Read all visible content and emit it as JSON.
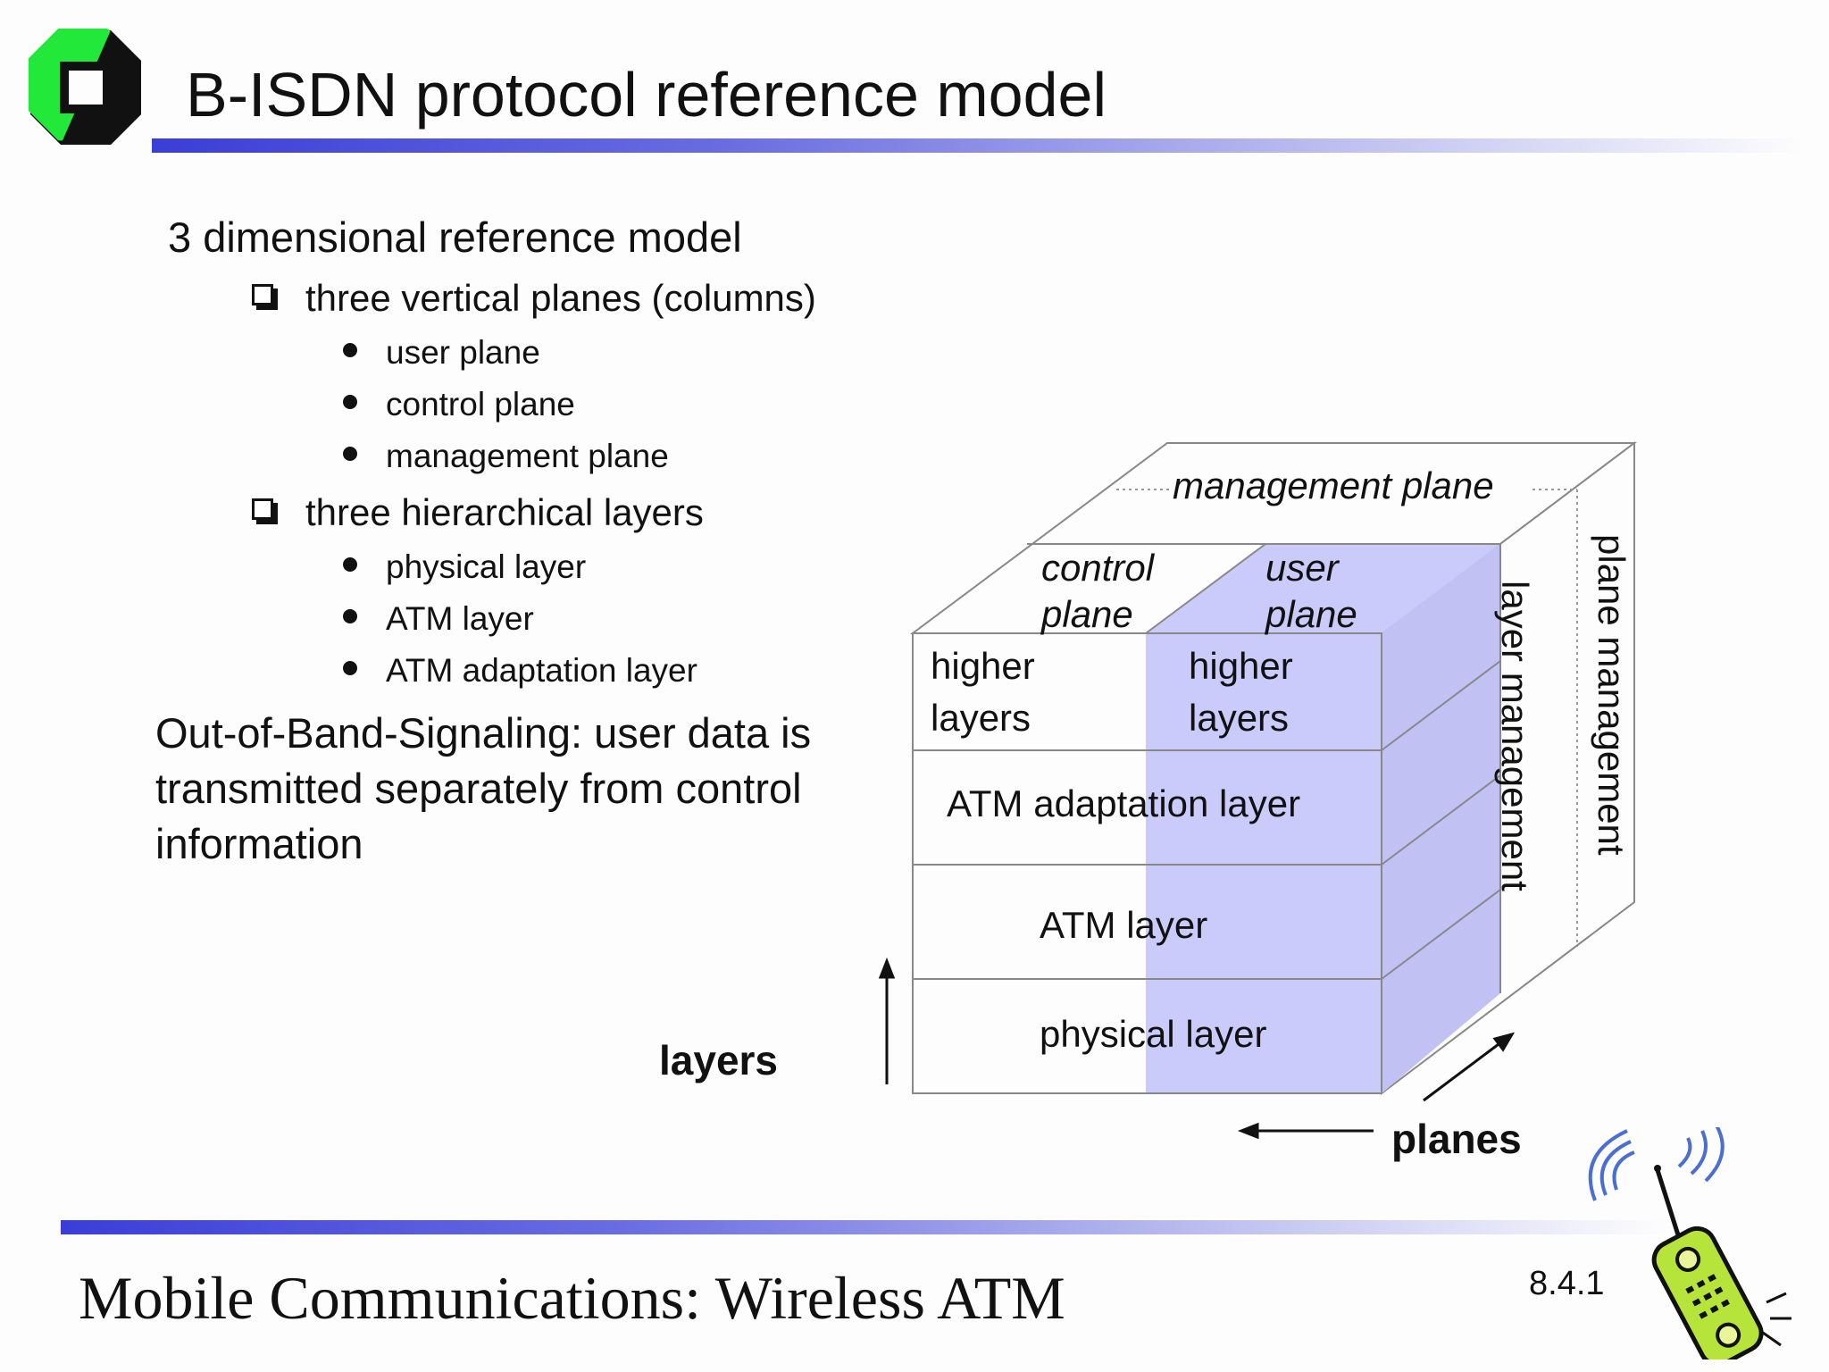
{
  "slide": {
    "title": "B-ISDN protocol reference model",
    "page_number": "8.4.1",
    "footer": "Mobile Communications: Wireless ATM"
  },
  "content": {
    "intro": "3 dimensional reference model",
    "sections": [
      {
        "label": "three vertical planes (columns)",
        "items": [
          "user plane",
          "control plane",
          "management plane"
        ]
      },
      {
        "label": "three hierarchical layers",
        "items": [
          "physical layer",
          "ATM layer",
          "ATM adaptation layer"
        ]
      }
    ],
    "out_of_band": "Out-of-Band-Signaling: user data is transmitted separately from control information"
  },
  "diagram": {
    "management_plane": "management plane",
    "control_plane_line1": "control",
    "control_plane_line2": "plane",
    "user_plane_line1": "user",
    "user_plane_line2": "plane",
    "higher_line1": "higher",
    "higher_line2": "layers",
    "aal": "ATM adaptation layer",
    "atm": "ATM layer",
    "physical": "physical layer",
    "layer_management": "layer management",
    "plane_management": "plane management",
    "layers_axis": "layers",
    "planes_axis": "planes"
  },
  "colors": {
    "logo_green": "#22e83a",
    "user_plane_fill": "#cbcbfb",
    "accent_bar": "#3b3ed6"
  }
}
